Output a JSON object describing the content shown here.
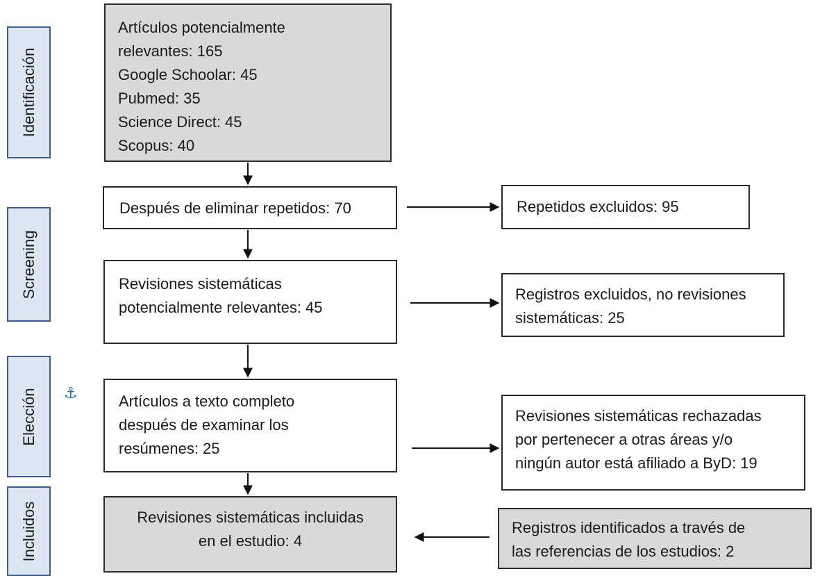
{
  "phases": {
    "identificacion": "Identificación",
    "screening": "Screening",
    "eleccion": "Elección",
    "incluidos": "Incluidos"
  },
  "boxes": {
    "identification": [
      "Artículos potencialmente",
      "relevantes: 165",
      "Google Schoolar: 45",
      "Pubmed: 35",
      "Science Direct: 45",
      "Scopus: 40"
    ],
    "after_duplicates": [
      "Después de eliminar repetidos: 70"
    ],
    "duplicates_excluded": [
      "Repetidos excluidos: 95"
    ],
    "potential_reviews": [
      "Revisiones sistemáticas",
      "potencialmente relevantes: 45"
    ],
    "records_excluded": [
      "Registros excluidos, no revisiones",
      "sistemáticas: 25"
    ],
    "full_text": [
      "Artículos a texto completo",
      "después de examinar los",
      "resúmenes: 25"
    ],
    "rejected": [
      "Revisiones sistemáticas rechazadas",
      "por pertenecer a otras áreas y/o",
      "ningún autor está afiliado a ByD: 19"
    ],
    "included": [
      "Revisiones sistemáticas incluidas",
      "en el estudio: 4"
    ],
    "references": [
      "Registros identificados a través de",
      "las referencias de los estudios: 2"
    ]
  },
  "anchor_icon": "⚓",
  "colors": {
    "phase_fill": "#dce6f2",
    "phase_border": "#3e5f8a",
    "gray_fill": "#d9d9d9"
  }
}
